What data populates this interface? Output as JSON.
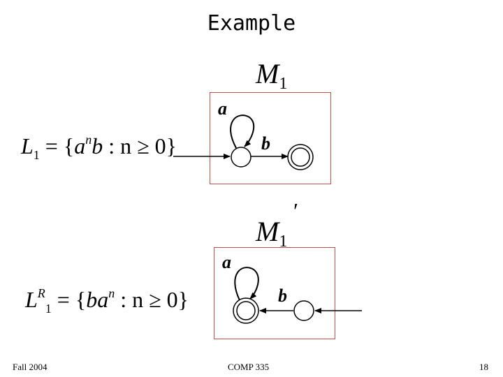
{
  "title": "Example",
  "machine1": {
    "name": "M",
    "subscript": "1"
  },
  "machine2": {
    "name": "M",
    "subscript": "1",
    "prime": "′"
  },
  "lang1": {
    "L": "L",
    "sub": "1",
    "eq": " = {",
    "a": "a",
    "n": "n",
    "b": "b",
    "cond": " : n ≥ 0}"
  },
  "lang2": {
    "L": "L",
    "sup": "R",
    "sub": "1",
    "eq": " = {",
    "b": "b",
    "a": "a",
    "n": "n",
    "cond": " : n ≥ 0}"
  },
  "automaton1": {
    "loop_label": "a",
    "edge_label": "b"
  },
  "automaton2": {
    "loop_label": "a",
    "edge_label": "b"
  },
  "footer": {
    "left": "Fall 2004",
    "center": "COMP 335",
    "right": "18"
  }
}
